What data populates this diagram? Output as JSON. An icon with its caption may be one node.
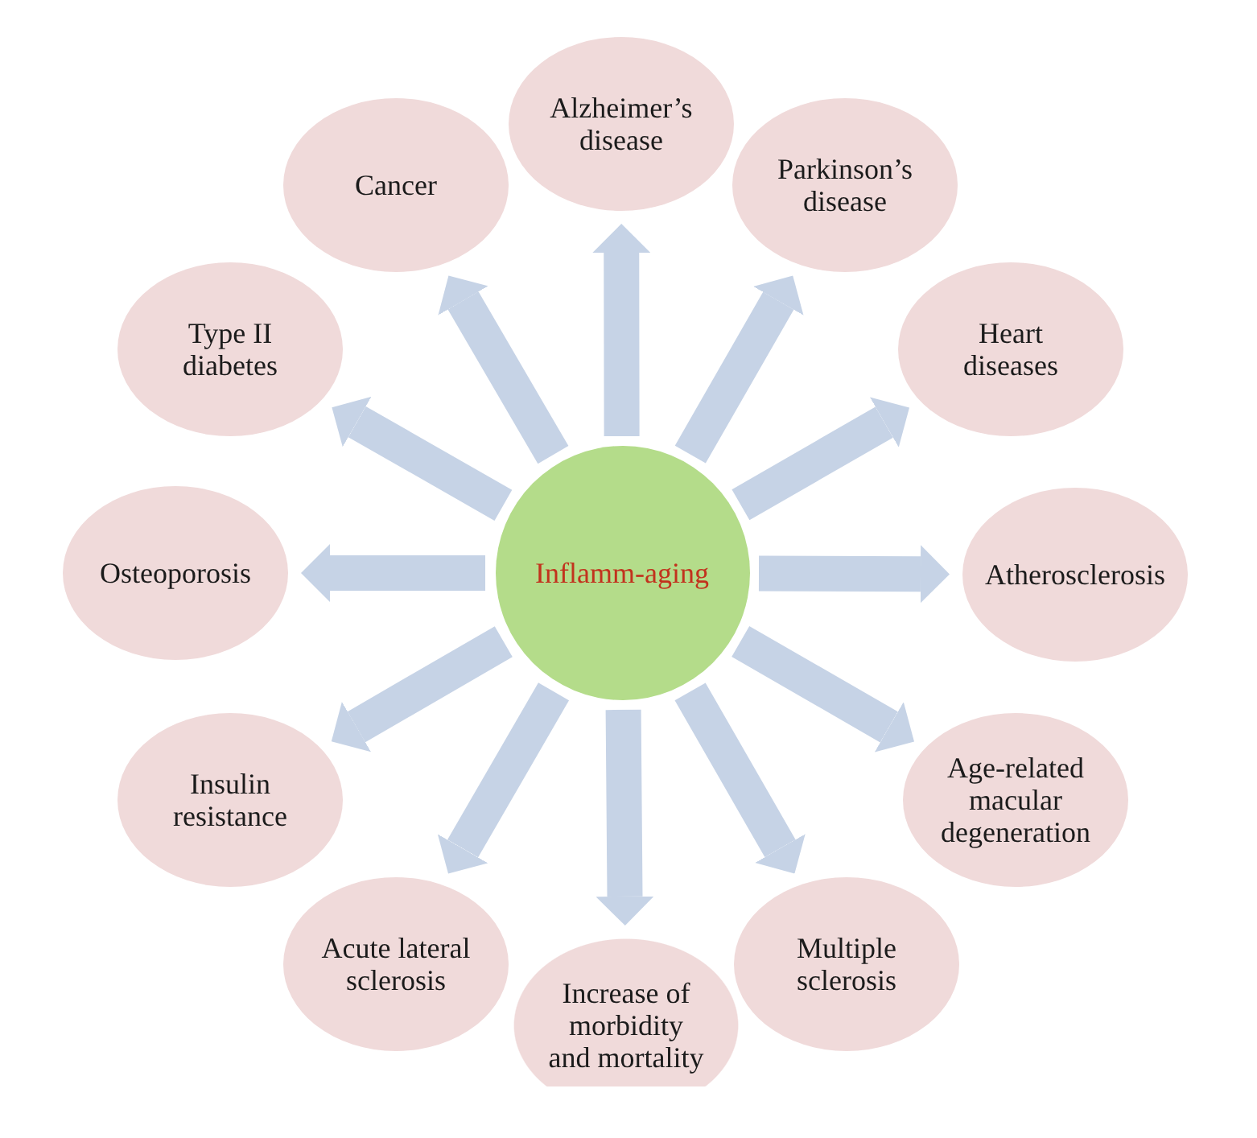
{
  "diagram": {
    "nodes": [
      {
        "text": [
          "Inflamm-aging"
        ]
      },
      {
        "text": [
          "Alzheimer’s disease"
        ]
      },
      {
        "text": [
          "Parkinson’s disease"
        ]
      },
      {
        "text": [
          "Heart diseases"
        ]
      },
      {
        "text": [
          "Atherosclerosis"
        ]
      },
      {
        "text": [
          "Age-related macular degeneration"
        ]
      },
      {
        "text": [
          "Multiple sclerosis"
        ]
      },
      {
        "text": [
          "Increase of morbidity and mortality"
        ]
      },
      {
        "text": [
          "Acute lateral sclerosis"
        ]
      },
      {
        "text": [
          "Insulin resistance"
        ]
      },
      {
        "text": [
          "Osteoporosis"
        ]
      },
      {
        "text": [
          "Type II diabetes"
        ]
      },
      {
        "text": [
          "Cancer"
        ]
      }
    ],
    "edges": [
      {
        "from": 0,
        "to": 1,
        "arrow": "to"
      },
      {
        "from": 0,
        "to": 2,
        "arrow": "to"
      },
      {
        "from": 0,
        "to": 3,
        "arrow": "to"
      },
      {
        "from": 0,
        "to": 4,
        "arrow": "to"
      },
      {
        "from": 0,
        "to": 5,
        "arrow": "to"
      },
      {
        "from": 0,
        "to": 6,
        "arrow": "to"
      },
      {
        "from": 0,
        "to": 7,
        "arrow": "to"
      },
      {
        "from": 0,
        "to": 8,
        "arrow": "to"
      },
      {
        "from": 0,
        "to": 9,
        "arrow": "to"
      },
      {
        "from": 0,
        "to": 10,
        "arrow": "to"
      },
      {
        "from": 0,
        "to": 11,
        "arrow": "to"
      },
      {
        "from": 0,
        "to": 12,
        "arrow": "to"
      }
    ]
  }
}
